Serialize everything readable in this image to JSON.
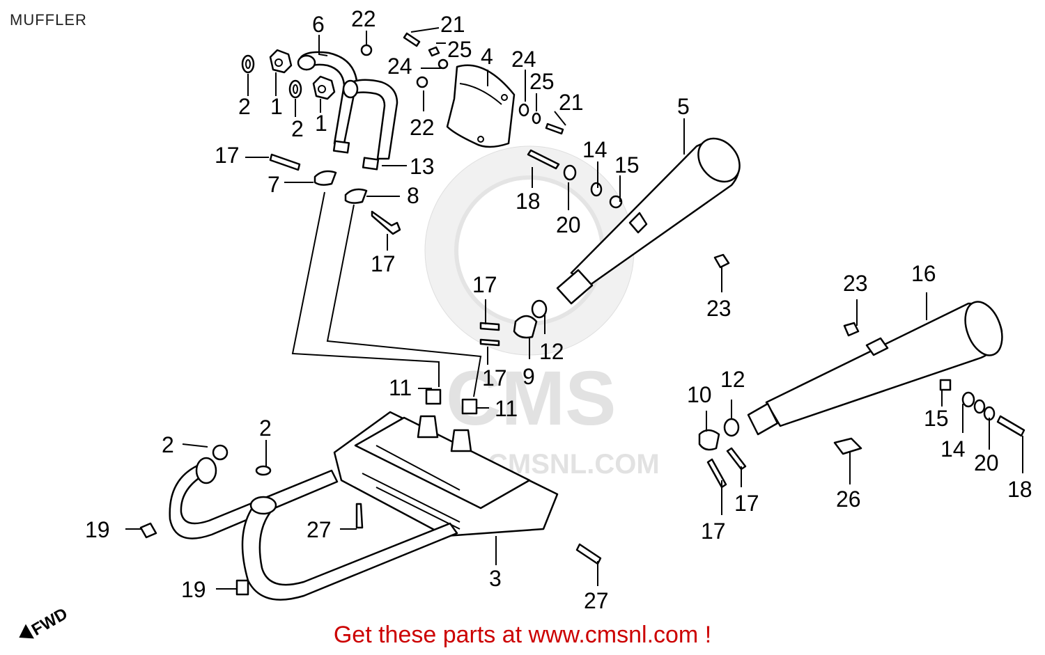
{
  "page": {
    "title": "MUFFLER"
  },
  "watermark": {
    "main": "CMS",
    "url": "CMSNL.COM"
  },
  "diagram": {
    "fwd_label": "FWD",
    "callouts": [
      {
        "id": "c-2a",
        "text": "2"
      },
      {
        "id": "c-1a",
        "text": "1"
      },
      {
        "id": "c-2b",
        "text": "2"
      },
      {
        "id": "c-1b",
        "text": "1"
      },
      {
        "id": "c-6",
        "text": "6"
      },
      {
        "id": "c-22a",
        "text": "22"
      },
      {
        "id": "c-21a",
        "text": "21"
      },
      {
        "id": "c-25a",
        "text": "25"
      },
      {
        "id": "c-4",
        "text": "4"
      },
      {
        "id": "c-24a",
        "text": "24"
      },
      {
        "id": "c-22b",
        "text": "22"
      },
      {
        "id": "c-24b",
        "text": "24"
      },
      {
        "id": "c-25b",
        "text": "25"
      },
      {
        "id": "c-21b",
        "text": "21"
      },
      {
        "id": "c-5",
        "text": "5"
      },
      {
        "id": "c-17a",
        "text": "17"
      },
      {
        "id": "c-13",
        "text": "13"
      },
      {
        "id": "c-7",
        "text": "7"
      },
      {
        "id": "c-8",
        "text": "8"
      },
      {
        "id": "c-14a",
        "text": "14"
      },
      {
        "id": "c-15a",
        "text": "15"
      },
      {
        "id": "c-18a",
        "text": "18"
      },
      {
        "id": "c-20a",
        "text": "20"
      },
      {
        "id": "c-17b",
        "text": "17"
      },
      {
        "id": "c-17c",
        "text": "17"
      },
      {
        "id": "c-23a",
        "text": "23"
      },
      {
        "id": "c-23b",
        "text": "23"
      },
      {
        "id": "c-16",
        "text": "16"
      },
      {
        "id": "c-12a",
        "text": "12"
      },
      {
        "id": "c-9",
        "text": "9"
      },
      {
        "id": "c-17d",
        "text": "17"
      },
      {
        "id": "c-11a",
        "text": "11"
      },
      {
        "id": "c-11b",
        "text": "11"
      },
      {
        "id": "c-10",
        "text": "10"
      },
      {
        "id": "c-12b",
        "text": "12"
      },
      {
        "id": "c-15b",
        "text": "15"
      },
      {
        "id": "c-14b",
        "text": "14"
      },
      {
        "id": "c-20b",
        "text": "20"
      },
      {
        "id": "c-18b",
        "text": "18"
      },
      {
        "id": "c-2c",
        "text": "2"
      },
      {
        "id": "c-2d",
        "text": "2"
      },
      {
        "id": "c-26",
        "text": "26"
      },
      {
        "id": "c-17e",
        "text": "17"
      },
      {
        "id": "c-17f",
        "text": "17"
      },
      {
        "id": "c-19a",
        "text": "19"
      },
      {
        "id": "c-27a",
        "text": "27"
      },
      {
        "id": "c-3",
        "text": "3"
      },
      {
        "id": "c-19b",
        "text": "19"
      },
      {
        "id": "c-27b",
        "text": "27"
      }
    ]
  },
  "footer": {
    "text": "Get these parts at www.cmsnl.com !",
    "color": "#cc0000"
  }
}
